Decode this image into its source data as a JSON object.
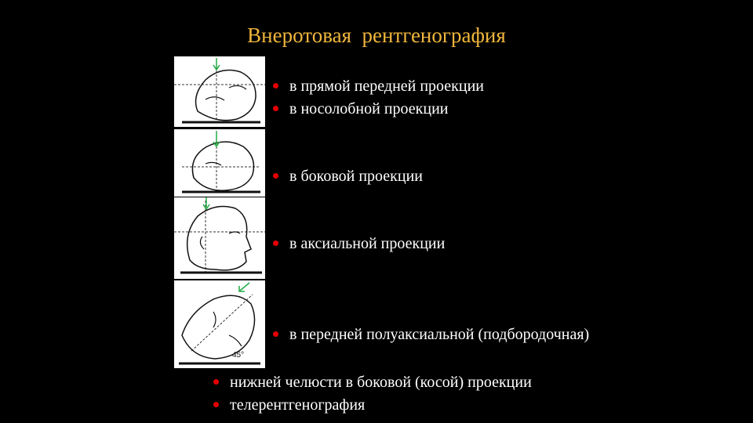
{
  "slide": {
    "title": "Внеротовая  рентгенография",
    "bullets": [
      "в прямой передней проекции",
      "в носолобной проекции",
      "в боковой проекции",
      "в аксиальной проекции",
      "в передней полуаксиальной (подбородочная)",
      "нижней челюсти в боковой (косой) проекции",
      "телерентгенография"
    ],
    "angle_label": "45°"
  },
  "colors": {
    "background": "#000000",
    "title": "#f0b63c",
    "bullet_marker": "#e60000",
    "bullet_text": "#ffffff",
    "arrow": "#22aa44"
  },
  "icons": [
    "bullet-dot-icon",
    "arrow-down-icon"
  ]
}
